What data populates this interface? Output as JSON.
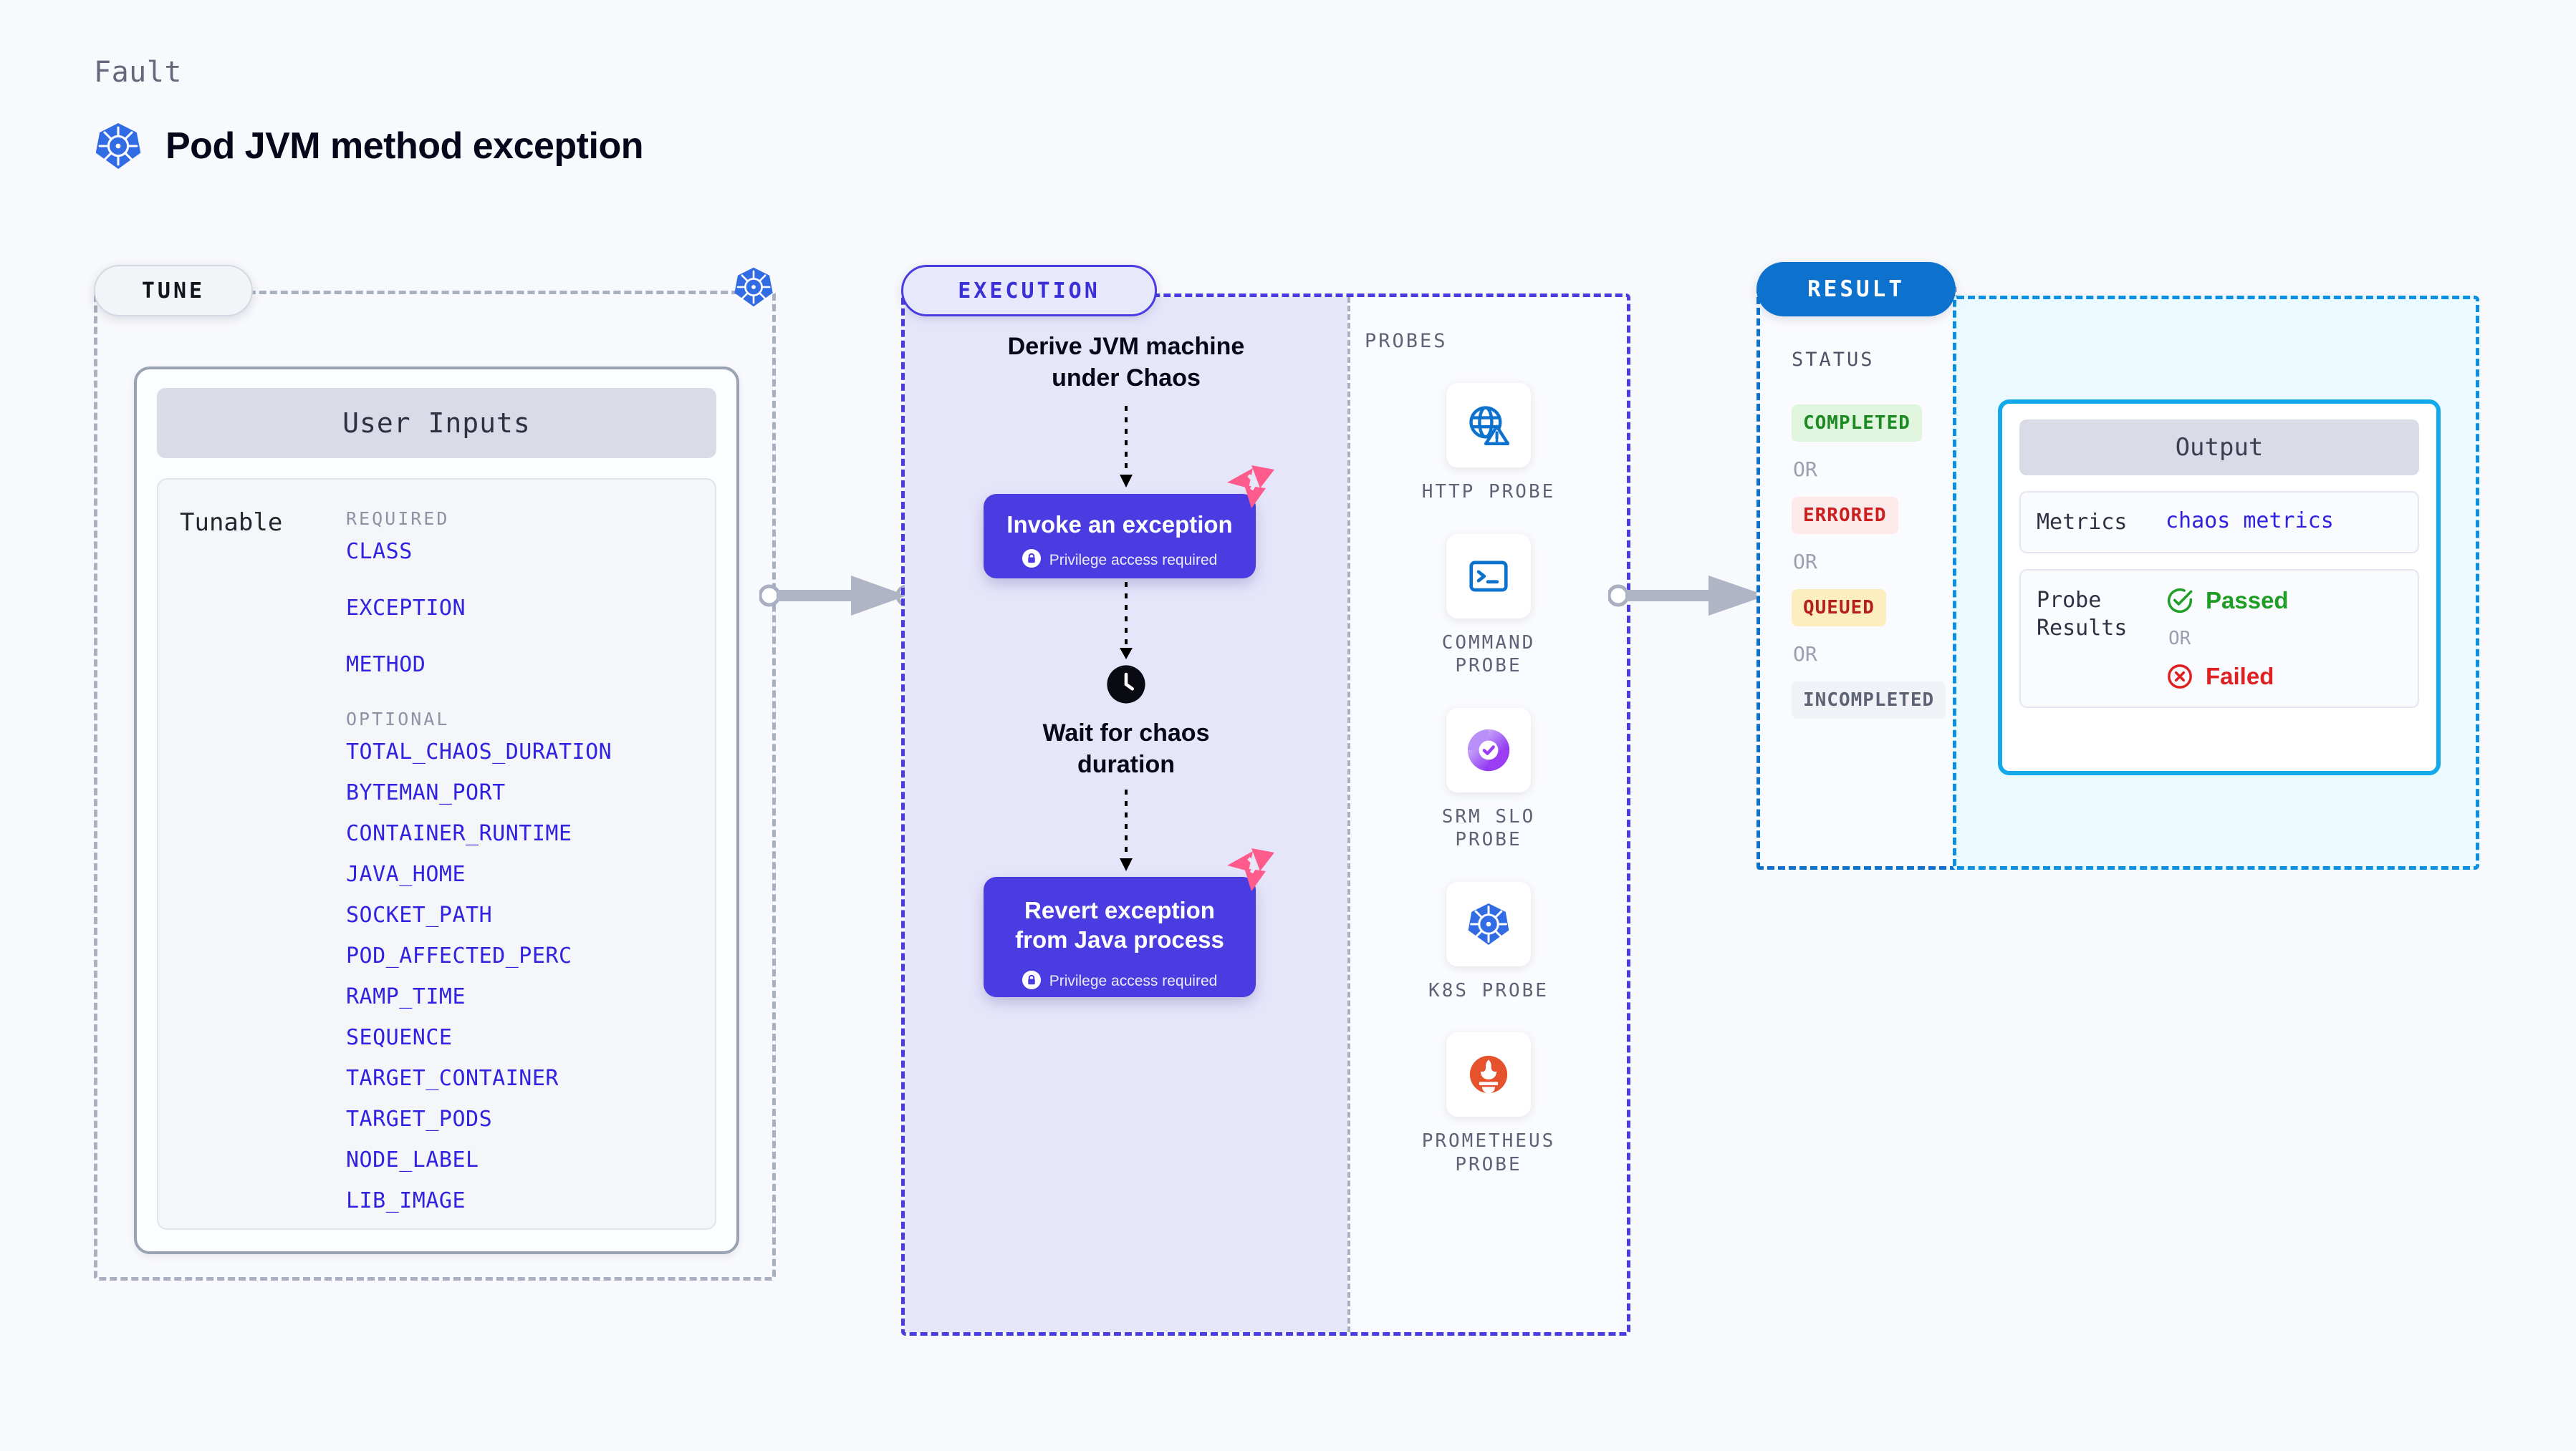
{
  "header": {
    "kicker": "Fault",
    "title": "Pod JVM method exception",
    "logo_icon": "kubernetes-icon"
  },
  "tune": {
    "chip_label": "TUNE",
    "badge_icon": "kubernetes-icon",
    "card_title": "User Inputs",
    "row_label": "Tunable",
    "required_label": "REQUIRED",
    "optional_label": "OPTIONAL",
    "required": [
      "CLASS",
      "EXCEPTION",
      "METHOD"
    ],
    "optional": [
      "TOTAL_CHAOS_DURATION",
      "BYTEMAN_PORT",
      "CONTAINER_RUNTIME",
      "JAVA_HOME",
      "SOCKET_PATH",
      "POD_AFFECTED_PERC",
      "RAMP_TIME",
      "SEQUENCE",
      "TARGET_CONTAINER",
      "TARGET_PODS",
      "NODE_LABEL",
      "LIB_IMAGE"
    ]
  },
  "execution": {
    "chip_label": "EXECUTION",
    "derive_text_line1": "Derive JVM machine",
    "derive_text_line2": "under Chaos",
    "step1": {
      "title": "Invoke an exception",
      "privilege": "Privilege access required",
      "lock_icon": "lock-icon",
      "flag_icon": "chaos-flag-icon"
    },
    "wait": {
      "clock_icon": "clock-icon",
      "line1": "Wait for chaos",
      "line2": "duration"
    },
    "step2": {
      "title_line1": "Revert exception",
      "title_line2": "from Java process",
      "privilege": "Privilege access required",
      "lock_icon": "lock-icon",
      "flag_icon": "chaos-flag-icon"
    }
  },
  "probes": {
    "title": "PROBES",
    "items": [
      {
        "label_line1": "HTTP PROBE",
        "label_line2": "",
        "icon": "globe-warning-icon"
      },
      {
        "label_line1": "COMMAND",
        "label_line2": "PROBE",
        "icon": "terminal-icon"
      },
      {
        "label_line1": "SRM SLO",
        "label_line2": "PROBE",
        "icon": "slo-donut-check-icon"
      },
      {
        "label_line1": "K8S PROBE",
        "label_line2": "",
        "icon": "kubernetes-icon"
      },
      {
        "label_line1": "PROMETHEUS",
        "label_line2": "PROBE",
        "icon": "prometheus-icon"
      }
    ]
  },
  "result": {
    "chip_label": "RESULT",
    "status_title": "STATUS",
    "or_label": "OR",
    "statuses": [
      {
        "label": "COMPLETED",
        "bg": "#dff5dd",
        "fg": "#1c8a22"
      },
      {
        "label": "ERRORED",
        "bg": "#fdeaea",
        "fg": "#cb1f1f"
      },
      {
        "label": "QUEUED",
        "bg": "#fdeec0",
        "fg": "#b61f1f"
      },
      {
        "label": "INCOMPLETED",
        "bg": "#f1f2f7",
        "fg": "#5d6375"
      }
    ],
    "output": {
      "card_title": "Output",
      "metrics_key": "Metrics",
      "metrics_value": "chaos metrics",
      "probe_results_key_line1": "Probe",
      "probe_results_key_line2": "Results",
      "passed_label": "Passed",
      "failed_label": "Failed",
      "or_label": "OR",
      "passed_icon": "check-circle-icon",
      "failed_icon": "x-circle-icon"
    }
  },
  "colors": {
    "page_bg": "#f8f9fc",
    "accent_purple": "#4a3ce0",
    "accent_blue": "#0c72ce",
    "accent_cyan": "#14a9e8",
    "param_link": "#3022e0",
    "k8s_blue": "#326ce5",
    "flag_pink": "#ff5c8d",
    "prometheus_orange": "#e6522c"
  },
  "connectors": {
    "arrow1_name": "tune-to-execution-arrow",
    "arrow2_name": "execution-to-result-arrow"
  }
}
